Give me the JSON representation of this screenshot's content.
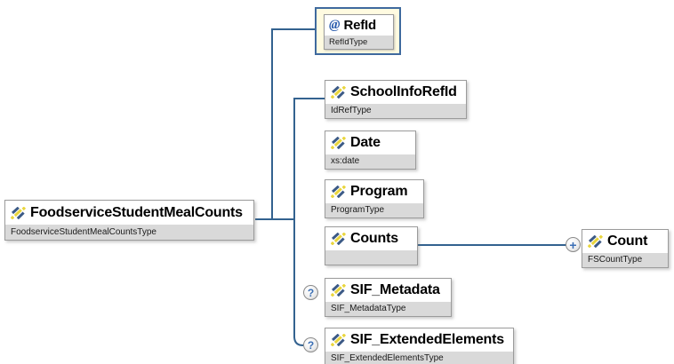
{
  "diagram": {
    "type": "xml-schema-diagram",
    "root": {
      "title": "FoodserviceStudentMealCounts",
      "subtitle": "FoodserviceStudentMealCountsType"
    },
    "attribute_refid": {
      "at_symbol": "@",
      "title": "RefId",
      "subtitle": "RefIdType",
      "highlighted": true
    },
    "children": [
      {
        "title": "SchoolInfoRefId",
        "subtitle": "IdRefType"
      },
      {
        "title": "Date",
        "subtitle": "xs:date"
      },
      {
        "title": "Program",
        "subtitle": "ProgramType"
      },
      {
        "title": "Counts",
        "subtitle": ""
      },
      {
        "title": "SIF_Metadata",
        "subtitle": "SIF_MetadataType",
        "optional": true
      },
      {
        "title": "SIF_ExtendedElements",
        "subtitle": "SIF_ExtendedElementsType",
        "optional": true
      }
    ],
    "grandchild": {
      "parent": "Counts",
      "title": "Count",
      "subtitle": "FSCountType"
    },
    "badges": {
      "optional_indicator": "?",
      "expand_indicator": "+"
    },
    "icons": {
      "element": "element-icon",
      "attribute": "attribute-at-icon"
    },
    "colors": {
      "connector": "#33628f",
      "highlight_bg": "#fffbe1",
      "highlight_border": "#3f6a9e",
      "box_border": "#9b9b9b",
      "subtitle_bg": "#d9d9d9",
      "icon_blue": "#3c5a86",
      "icon_yellow": "#e9d53c",
      "badge_glyph_blue": "#3b6fb5",
      "attribute_at_blue": "#2a5cad"
    }
  }
}
